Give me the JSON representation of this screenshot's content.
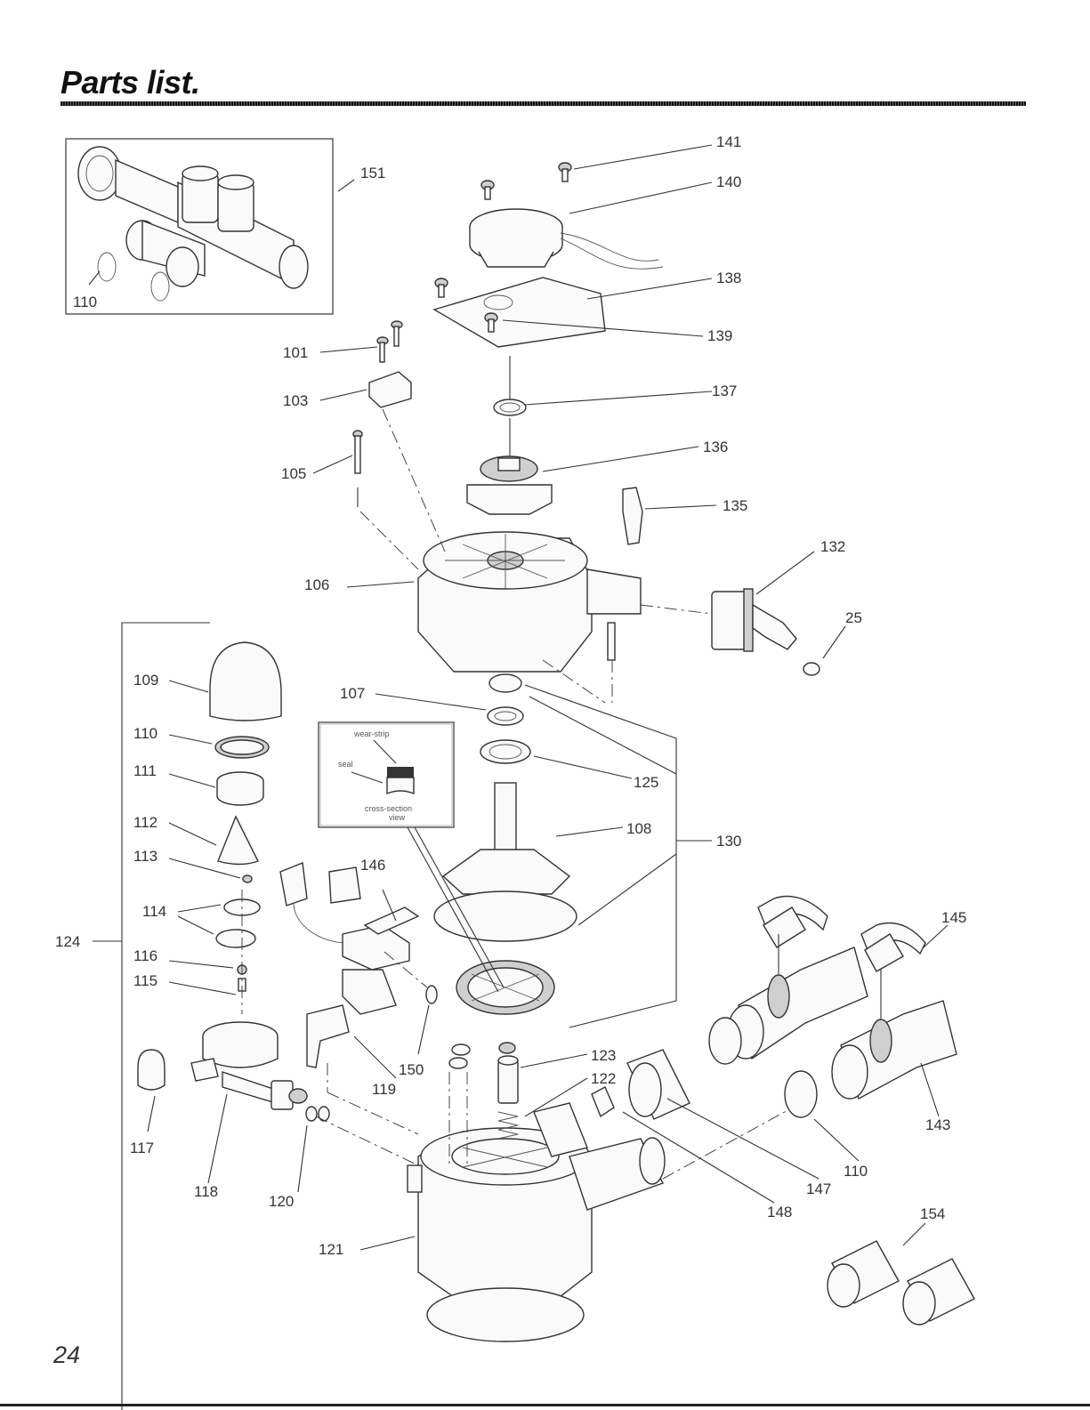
{
  "page": {
    "title": "Parts list.",
    "page_number": "24"
  },
  "inset": {
    "seal_label": "seal",
    "wear_strip_label": "wear-strip",
    "cross_section_label": "cross-section",
    "view_label": "view"
  },
  "callouts": [
    {
      "id": "c151",
      "text": "151"
    },
    {
      "id": "c110a",
      "text": "110"
    },
    {
      "id": "c141",
      "text": "141"
    },
    {
      "id": "c140",
      "text": "140"
    },
    {
      "id": "c138",
      "text": "138"
    },
    {
      "id": "c139",
      "text": "139"
    },
    {
      "id": "c101",
      "text": "101"
    },
    {
      "id": "c103",
      "text": "103"
    },
    {
      "id": "c137",
      "text": "137"
    },
    {
      "id": "c136",
      "text": "136"
    },
    {
      "id": "c105",
      "text": "105"
    },
    {
      "id": "c135",
      "text": "135"
    },
    {
      "id": "c132",
      "text": "132"
    },
    {
      "id": "c106",
      "text": "106"
    },
    {
      "id": "c25",
      "text": "25"
    },
    {
      "id": "c109",
      "text": "109"
    },
    {
      "id": "c107",
      "text": "107"
    },
    {
      "id": "c110b",
      "text": "110"
    },
    {
      "id": "c125",
      "text": "125"
    },
    {
      "id": "c111",
      "text": "111"
    },
    {
      "id": "c108",
      "text": "108"
    },
    {
      "id": "c112",
      "text": "112"
    },
    {
      "id": "c130",
      "text": "130"
    },
    {
      "id": "c113",
      "text": "113"
    },
    {
      "id": "c146",
      "text": "146"
    },
    {
      "id": "c114",
      "text": "114"
    },
    {
      "id": "c145",
      "text": "145"
    },
    {
      "id": "c124",
      "text": "124"
    },
    {
      "id": "c116",
      "text": "116"
    },
    {
      "id": "c115",
      "text": "115"
    },
    {
      "id": "c123",
      "text": "123"
    },
    {
      "id": "c150",
      "text": "150"
    },
    {
      "id": "c122",
      "text": "122"
    },
    {
      "id": "c119",
      "text": "119"
    },
    {
      "id": "c143",
      "text": "143"
    },
    {
      "id": "c117",
      "text": "117"
    },
    {
      "id": "c110c",
      "text": "110"
    },
    {
      "id": "c118",
      "text": "118"
    },
    {
      "id": "c120",
      "text": "120"
    },
    {
      "id": "c147",
      "text": "147"
    },
    {
      "id": "c148",
      "text": "148"
    },
    {
      "id": "c154",
      "text": "154"
    },
    {
      "id": "c121",
      "text": "121"
    }
  ]
}
